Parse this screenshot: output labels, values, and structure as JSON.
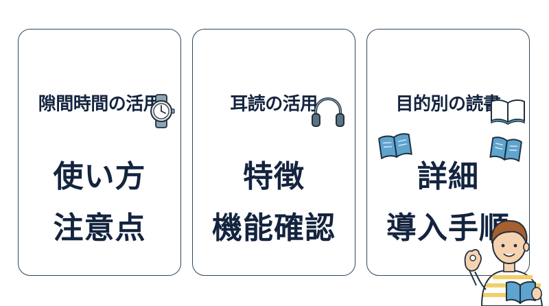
{
  "cards": [
    {
      "title": "隙間時間の活用",
      "line1": "使い方",
      "line2": "注意点",
      "icon": "wristwatch-icon"
    },
    {
      "title": "耳読の活用",
      "line1": "特徴",
      "line2": "機能確認",
      "icon": "headphones-icon"
    },
    {
      "title": "目的別の読書",
      "line1": "詳細",
      "line2": "導入手順",
      "icon": "book-icon"
    }
  ],
  "colors": {
    "text": "#14243f",
    "border": "#2e4456",
    "book": "#5fa4cf",
    "shirt_stripe": "#f2cf6a"
  }
}
